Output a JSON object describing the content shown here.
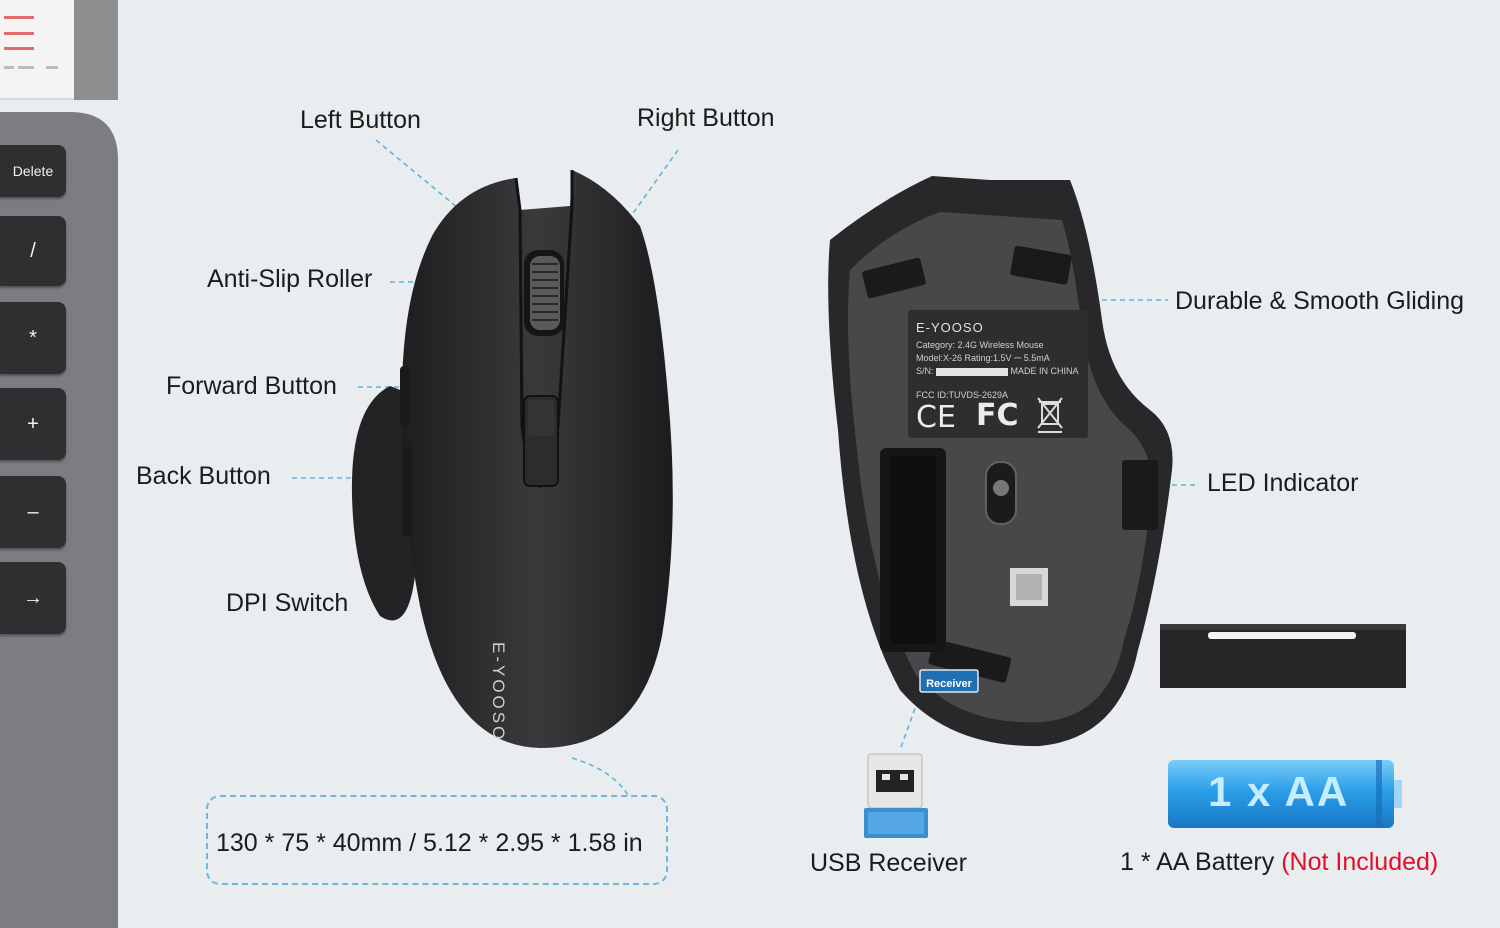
{
  "labels": {
    "left_button": "Left Button",
    "right_button": "Right Button",
    "anti_slip_roller": "Anti-Slip Roller",
    "forward_button": "Forward Button",
    "back_button": "Back Button",
    "dpi_switch": "DPI Switch",
    "durable_gliding": "Durable & Smooth Gliding",
    "led_indicator": "LED Indicator",
    "usb_receiver": "USB Receiver",
    "battery_prefix": "1 * AA Battery ",
    "battery_note": "(Not Included)",
    "dimensions": "130 * 75 * 40mm / 5.12 * 2.95 * 1.58 in"
  },
  "keyboard": {
    "keys": [
      "Delete",
      "/",
      "*",
      "+",
      "–",
      "→"
    ]
  },
  "mouse_top": {
    "brand": "E-YOOSO"
  },
  "mouse_bottom": {
    "brand": "E-YOOSO",
    "category": "Category: 2.4G Wireless Mouse",
    "model": "Model:X-26   Rating:1.5V ⎓ 5.5mA",
    "sn": "S/N:",
    "made_in": "MADE IN CHINA",
    "fcc_id": "FCC ID:TUVDS-2629A",
    "ce": "CE",
    "fc": "FC",
    "receiver_tag": "Receiver"
  },
  "battery": {
    "text": "1 x AA"
  },
  "colors": {
    "background": "#e9edf0",
    "leader_line": "#5fb4da",
    "mouse_body": "#2a2a2c",
    "accent_red": "#e0102a",
    "battery_blue": "#2a9ee8"
  }
}
